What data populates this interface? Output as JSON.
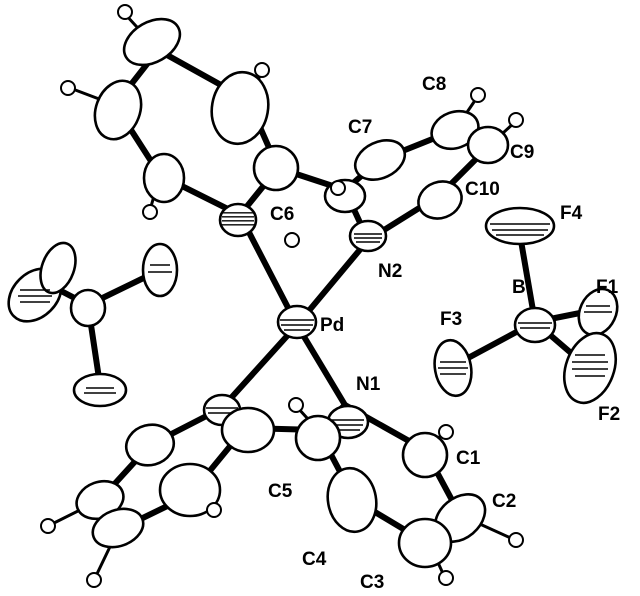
{
  "figure": {
    "atom_labels": {
      "pd": "Pd",
      "n1": "N1",
      "n2": "N2",
      "c1": "C1",
      "c2": "C2",
      "c3": "C3",
      "c4": "C4",
      "c5": "C5",
      "c6": "C6",
      "c7": "C7",
      "c8": "C8",
      "c9": "C9",
      "c10": "C10",
      "b": "B",
      "f1": "F1",
      "f2": "F2",
      "f3": "F3",
      "f4": "F4"
    }
  }
}
